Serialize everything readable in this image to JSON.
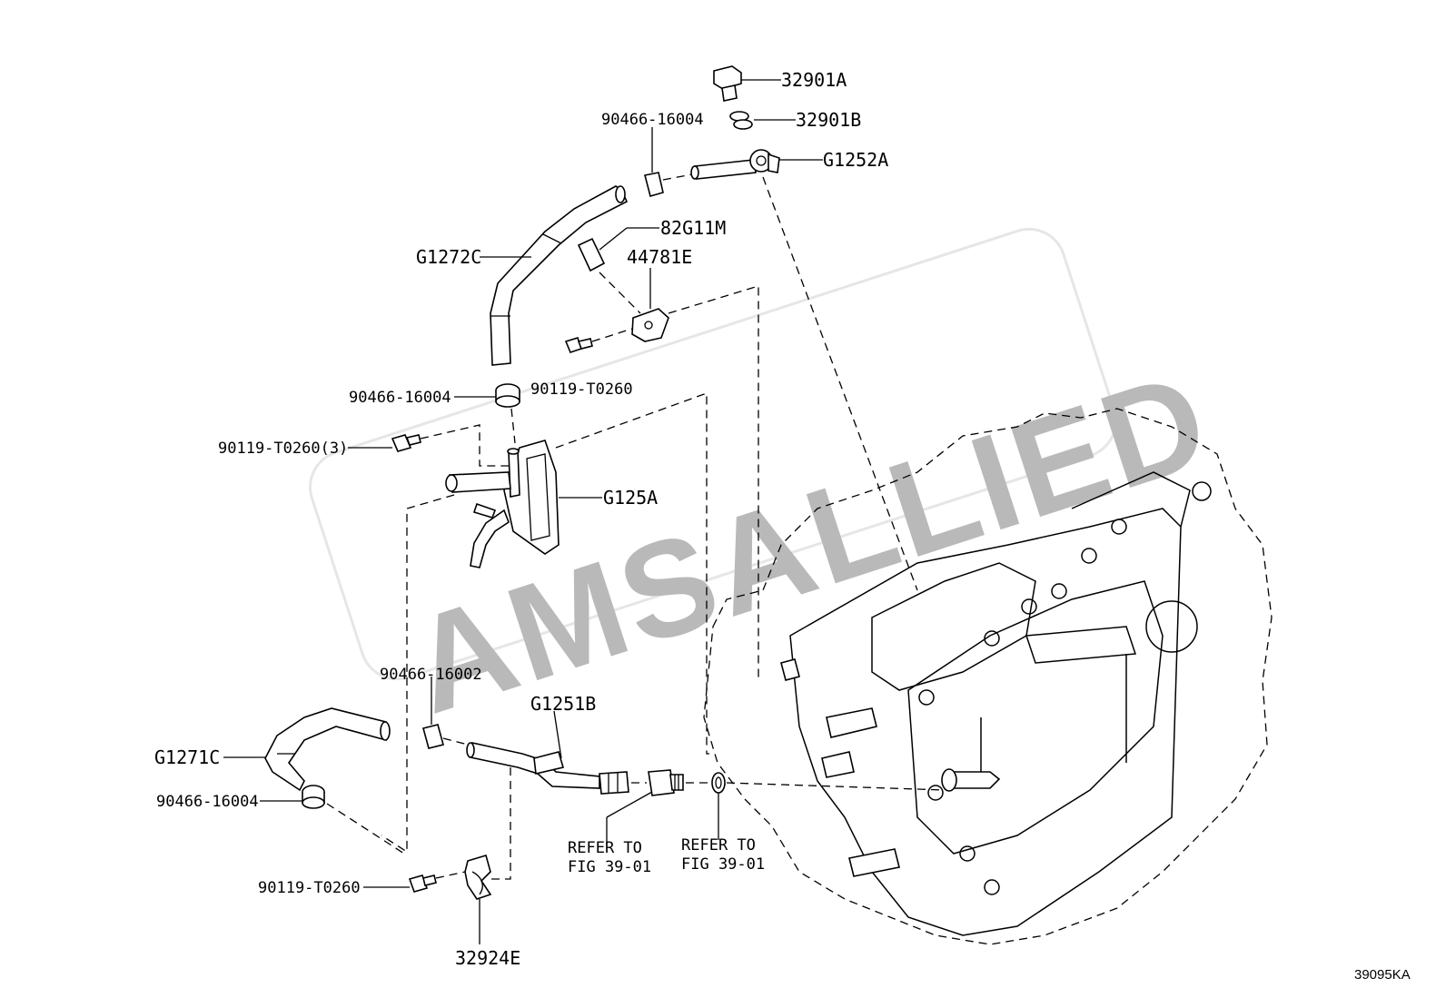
{
  "watermark": "AMSALLIED",
  "figure_id": "39095KA",
  "labels": {
    "p32901A": "32901A",
    "p32901B": "32901B",
    "pG1252A": "G1252A",
    "p90466_16004_top": "90466-16004",
    "p82G11M": "82G11M",
    "pG1272C": "G1272C",
    "p44781E": "44781E",
    "p90119_T0260_mid": "90119-T0260",
    "p90466_16004_mid": "90466-16004",
    "p90119_T0260_3": "90119-T0260(3)",
    "pG125A": "G125A",
    "p90466_16002": "90466-16002",
    "pG1251B": "G1251B",
    "pG1271C": "G1271C",
    "p90466_16004_low": "90466-16004",
    "p90119_T0260_low": "90119-T0260",
    "p32924E": "32924E",
    "refer1_line1": "REFER TO",
    "refer1_line2": "FIG 39-01",
    "refer2_line1": "REFER TO",
    "refer2_line2": "FIG 39-01"
  }
}
